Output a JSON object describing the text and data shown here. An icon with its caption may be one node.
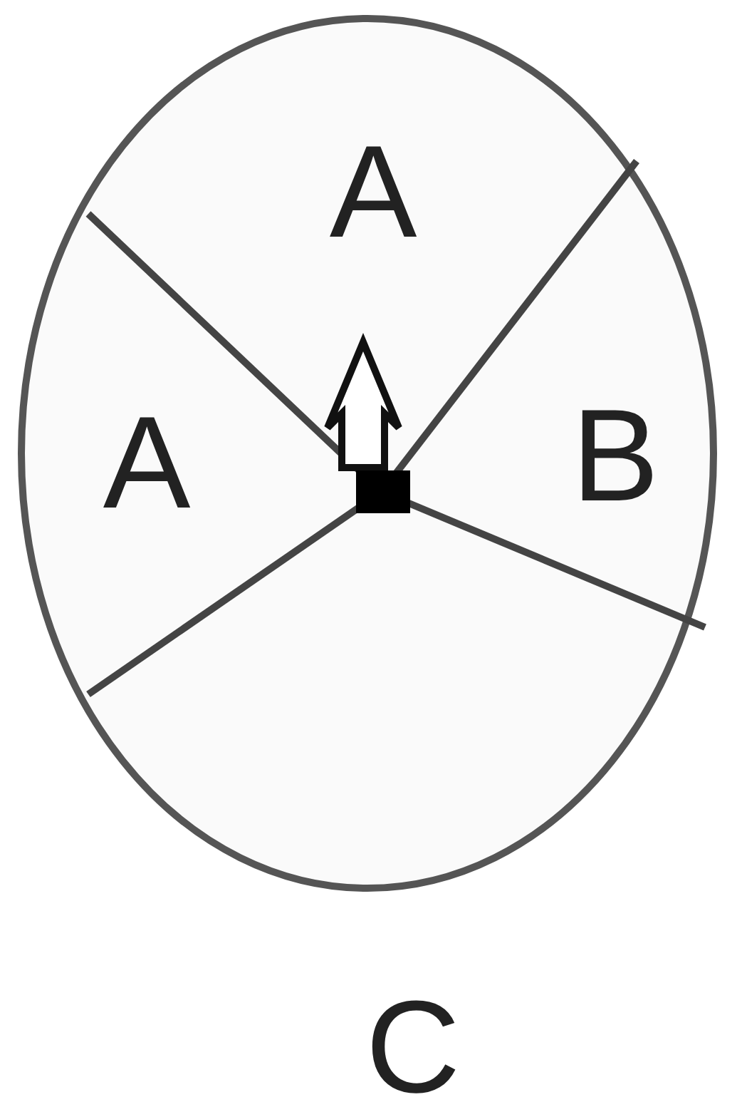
{
  "diagram": {
    "labels": [
      "A",
      "A",
      "B",
      "C"
    ]
  }
}
